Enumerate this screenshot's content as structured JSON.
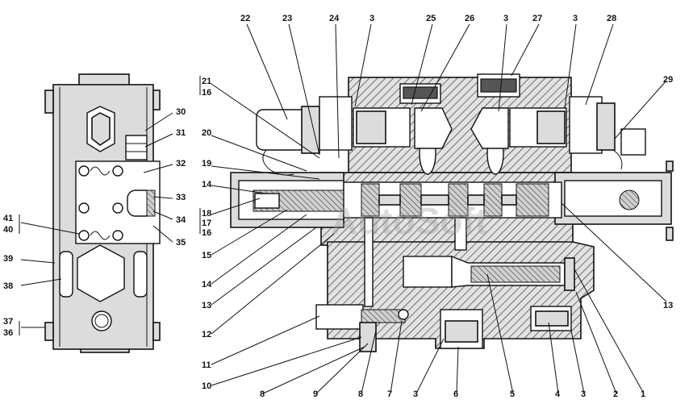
{
  "left_view_labels": [
    {
      "id": "30",
      "text": "30"
    },
    {
      "id": "31",
      "text": "31"
    },
    {
      "id": "32",
      "text": "32"
    },
    {
      "id": "33",
      "text": "33"
    },
    {
      "id": "34",
      "text": "34"
    },
    {
      "id": "35",
      "text": "35"
    },
    {
      "id": "41",
      "text": "41"
    },
    {
      "id": "40",
      "text": "40"
    },
    {
      "id": "39",
      "text": "39"
    },
    {
      "id": "38",
      "text": "38"
    },
    {
      "id": "37",
      "text": "37"
    },
    {
      "id": "36",
      "text": "36"
    }
  ],
  "top_labels": [
    {
      "id": "22",
      "text": "22"
    },
    {
      "id": "23",
      "text": "23"
    },
    {
      "id": "24",
      "text": "24"
    },
    {
      "id": "3a",
      "text": "3"
    },
    {
      "id": "25",
      "text": "25"
    },
    {
      "id": "26",
      "text": "26"
    },
    {
      "id": "3b",
      "text": "3"
    },
    {
      "id": "27",
      "text": "27"
    },
    {
      "id": "3c",
      "text": "3"
    },
    {
      "id": "28",
      "text": "28"
    }
  ],
  "left_side_labels": [
    {
      "id": "21",
      "text": "21"
    },
    {
      "id": "16a",
      "text": "16"
    },
    {
      "id": "20",
      "text": "20"
    },
    {
      "id": "19",
      "text": "19"
    },
    {
      "id": "14a",
      "text": "14"
    },
    {
      "id": "18",
      "text": "18"
    },
    {
      "id": "17",
      "text": "17"
    },
    {
      "id": "16b",
      "text": "16"
    },
    {
      "id": "15",
      "text": "15"
    },
    {
      "id": "14b",
      "text": "14"
    },
    {
      "id": "13a",
      "text": "13"
    },
    {
      "id": "12",
      "text": "12"
    },
    {
      "id": "11",
      "text": "11"
    },
    {
      "id": "10",
      "text": "10"
    }
  ],
  "right_side_labels": [
    {
      "id": "29",
      "text": "29"
    },
    {
      "id": "13b",
      "text": "13"
    }
  ],
  "bottom_labels": [
    {
      "id": "8a",
      "text": "8"
    },
    {
      "id": "9",
      "text": "9"
    },
    {
      "id": "8b",
      "text": "8"
    },
    {
      "id": "7",
      "text": "7"
    },
    {
      "id": "3d",
      "text": "3"
    },
    {
      "id": "6",
      "text": "6"
    },
    {
      "id": "5",
      "text": "5"
    },
    {
      "id": "4",
      "text": "4"
    },
    {
      "id": "3e",
      "text": "3"
    },
    {
      "id": "2",
      "text": "2"
    },
    {
      "id": "1",
      "text": "1"
    }
  ],
  "watermark": "AutoSoft"
}
